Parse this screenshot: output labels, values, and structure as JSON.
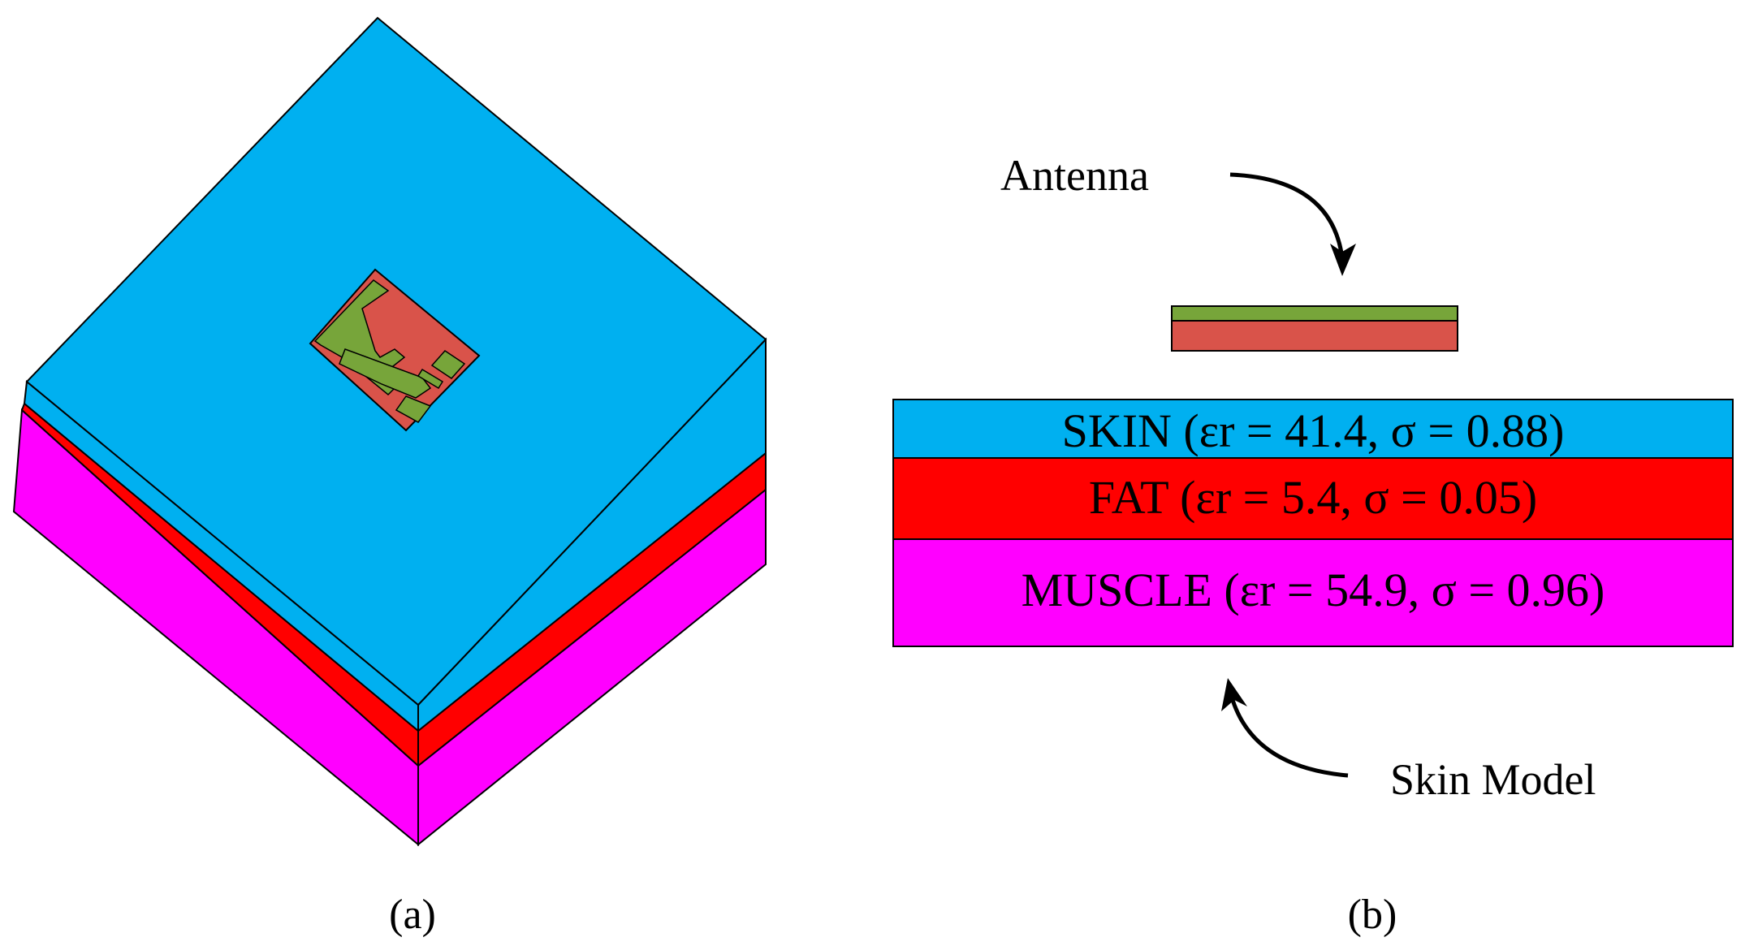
{
  "panel_a": {
    "caption": "(a)"
  },
  "panel_b": {
    "caption": "(b)",
    "antenna_label": "Antenna",
    "model_label": "Skin Model",
    "layers": [
      {
        "text": "SKIN (εr = 41.4, σ = 0.88)",
        "color": "#00b0f0"
      },
      {
        "text": "FAT (εr = 5.4, σ = 0.05)",
        "color": "#ff0000"
      },
      {
        "text": "MUSCLE (εr = 54.9, σ = 0.96)",
        "color": "#ff00ff"
      }
    ]
  },
  "colors": {
    "skin": "#00b0f0",
    "fat": "#ff0000",
    "muscle": "#ff00ff",
    "antenna_patch": "#77a53a",
    "antenna_substrate": "#d9534a",
    "outline": "#000000"
  }
}
